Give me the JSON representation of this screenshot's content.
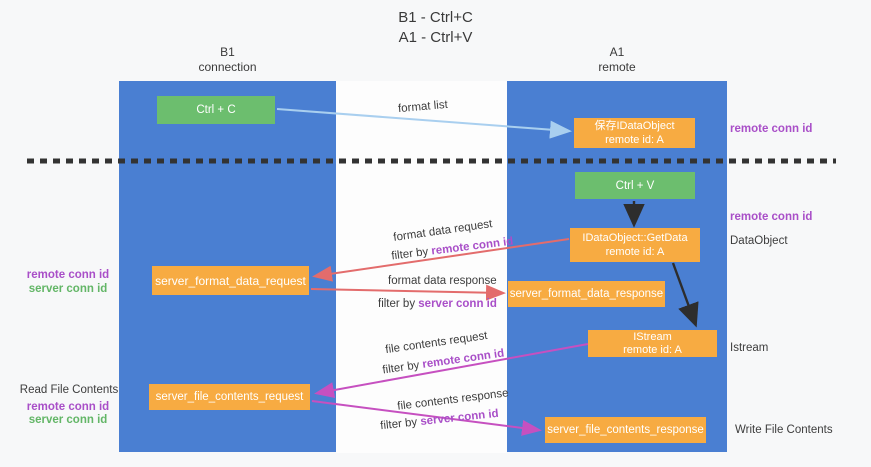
{
  "title": {
    "line1": "B1 - Ctrl+C",
    "line2": "A1 - Ctrl+V"
  },
  "columns": {
    "left": {
      "name": "B1",
      "subtitle": "connection"
    },
    "right": {
      "name": "A1",
      "subtitle": "remote"
    }
  },
  "boxes": {
    "ctrl_c": "Ctrl + C",
    "save_idataobject": {
      "line1": "保存IDataObject",
      "line2": "remote id: A"
    },
    "ctrl_v": "Ctrl + V",
    "getdata": {
      "line1": "IDataObject::GetData",
      "line2": "remote id: A"
    },
    "format_request": "server_format_data_request",
    "format_response": "server_format_data_response",
    "istream": {
      "line1": "IStream",
      "line2": "remote id: A"
    },
    "file_request": "server_file_contents_request",
    "file_response": "server_file_contents_response"
  },
  "flow_labels": {
    "format_list": "format list",
    "format_data_request": "format data request",
    "format_data_response": "format data response",
    "file_contents_request": "file contents request",
    "file_contents_response": "file contents response",
    "filter_by": "filter by",
    "remote_conn_id": "remote conn id",
    "server_conn_id": "server conn id"
  },
  "side_labels": {
    "right_remote_conn_id_1": "remote conn id",
    "right_remote_conn_id_2": "remote conn id",
    "data_object": "DataObject",
    "istream": "Istream",
    "write_file_contents": "Write File Contents",
    "left_remote_conn_id_1": "remote conn id",
    "left_server_conn_id_1": "server conn id",
    "read_file_contents": "Read File Contents",
    "left_remote_conn_id_2": "remote conn id",
    "left_server_conn_id_2": "server conn id"
  },
  "colors": {
    "lane_blue": "#4a7fd2",
    "box_green": "#6cbe6e",
    "box_orange": "#f7ab42",
    "arrow_light_blue": "#a9cfef",
    "arrow_red": "#e36c6c",
    "arrow_magenta": "#c650c0",
    "arrow_black": "#2d2d2d",
    "text_purple": "#a94fc8",
    "text_green": "#63b667"
  }
}
